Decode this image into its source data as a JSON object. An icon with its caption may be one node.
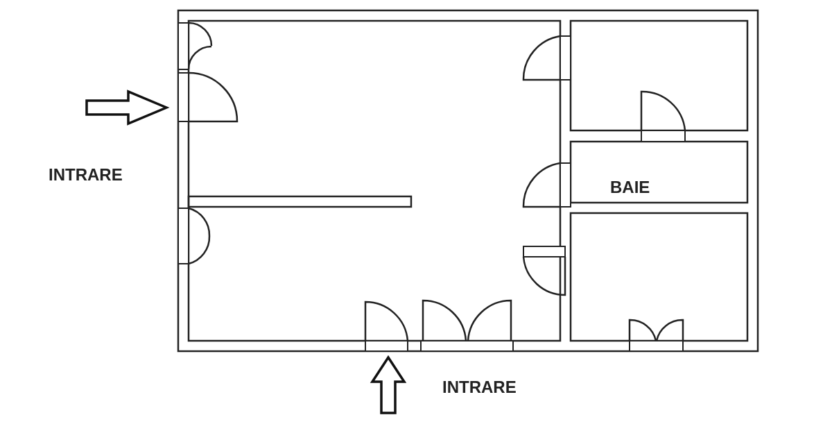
{
  "diagram": {
    "labels": [
      "INTRARE",
      "BAIE",
      "INTRARE"
    ]
  }
}
